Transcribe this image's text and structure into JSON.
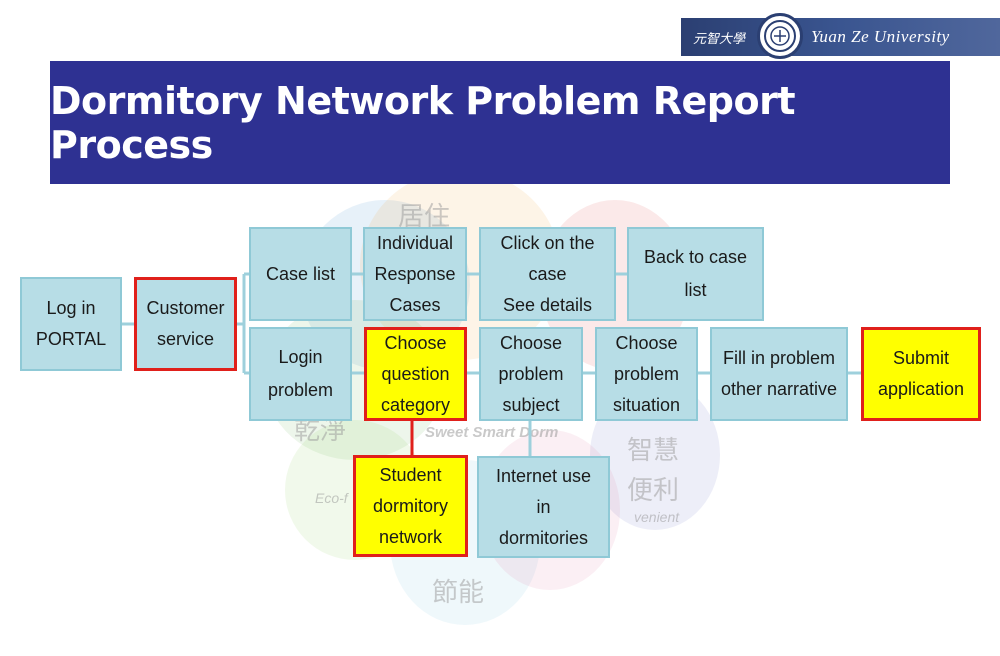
{
  "header": {
    "logo_chinese": "元智大學",
    "logo_english": "Yuan Ze University",
    "title": "Dormitory Network Problem Report Process"
  },
  "background": {
    "words": [
      "居住",
      "乾淨",
      "智慧",
      "便利",
      "節能"
    ],
    "tagline": "Sweet Smart Dorm",
    "small_words": [
      "Eco-f",
      "venient"
    ]
  },
  "flow": {
    "log_in": "Log in\nPORTAL",
    "customer_service": "Customer\nservice",
    "case_list": "Case list",
    "individual_response": "Individual\nResponse\nCases",
    "click_case": "Click on the\ncase\nSee details",
    "back_to_list": "Back to case\nlist",
    "login_problem": "Login\nproblem",
    "choose_category": "Choose\nquestion\ncategory",
    "choose_subject": "Choose\nproblem\nsubject",
    "choose_situation": "Choose\nproblem\nsituation",
    "fill_narrative": "Fill in problem\nother narrative",
    "submit": "Submit\napplication",
    "student_dorm_network": "Student\ndormitory\nnetwork",
    "internet_use": "Internet use\nin\ndormitories"
  },
  "colors": {
    "banner": "#2e3192",
    "box_fill": "#b7dde6",
    "box_border": "#8fc9d6",
    "highlight_fill": "#ffff00",
    "highlight_border": "#e0201b",
    "connector": "#9ed0dc"
  }
}
